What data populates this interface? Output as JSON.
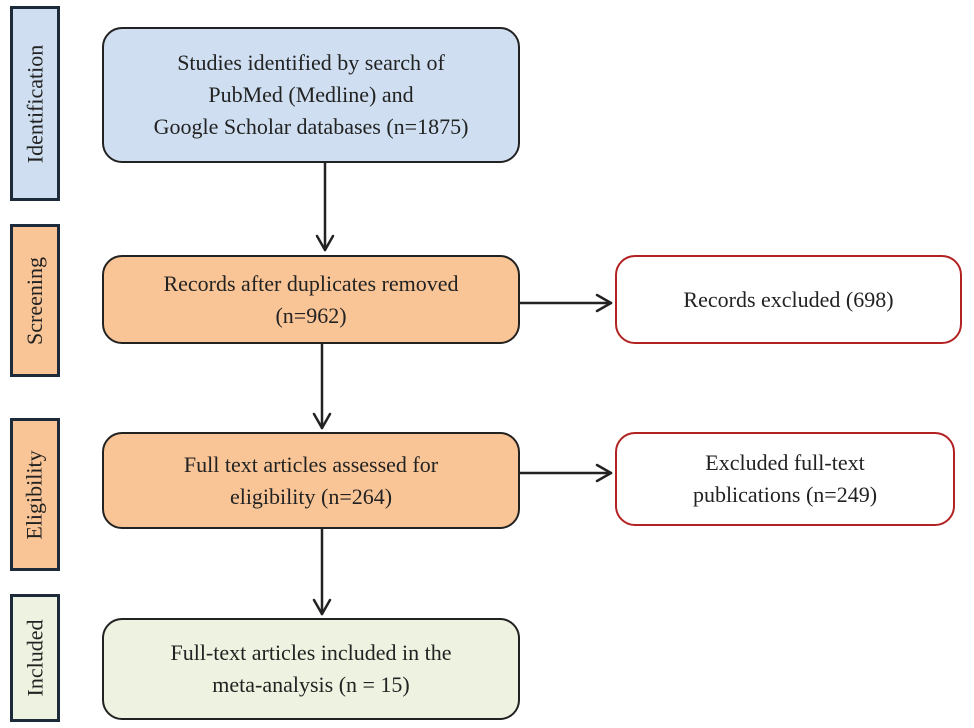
{
  "colors": {
    "identification": "#cfdff1",
    "screening": "#f9c596",
    "eligibility": "#f9c596",
    "included": "#eef3e1",
    "excluded_border": "#b22222"
  },
  "stages": {
    "identification": "Identification",
    "screening": "Screening",
    "eligibility": "Eligibility",
    "included": "Included"
  },
  "boxes": {
    "identified": [
      "Studies identified by search of",
      "PubMed (Medline) and",
      "Google Scholar databases (n=1875)"
    ],
    "after_duplicates": [
      "Records after duplicates removed",
      "(n=962)"
    ],
    "records_excluded": [
      "Records excluded (698)"
    ],
    "assessed": [
      "Full text articles assessed for",
      "eligibility (n=264)"
    ],
    "excluded_fulltext": [
      "Excluded full-text",
      "publications (n=249)"
    ],
    "included_final": [
      "Full-text articles included in the",
      "meta-analysis (n = 15)"
    ]
  }
}
